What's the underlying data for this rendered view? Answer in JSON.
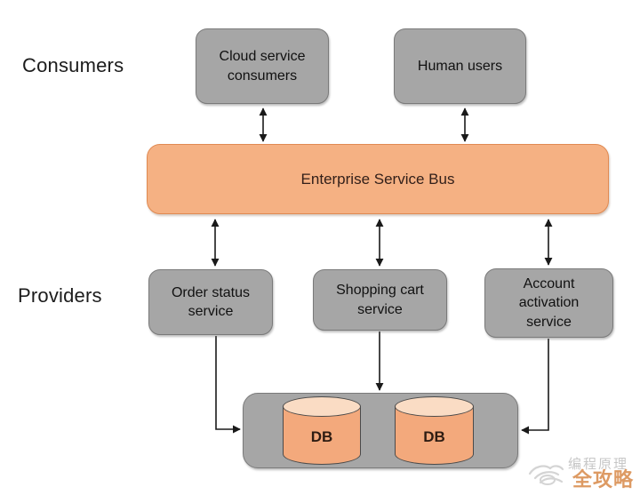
{
  "diagram": {
    "section_labels": {
      "consumers": "Consumers",
      "providers": "Providers"
    },
    "consumers": [
      {
        "label": "Cloud service\nconsumers"
      },
      {
        "label": "Human users"
      }
    ],
    "bus": {
      "label": "Enterprise Service Bus"
    },
    "providers": [
      {
        "label": "Order status\nservice"
      },
      {
        "label": "Shopping cart\nservice"
      },
      {
        "label": "Account\nactivation\nservice"
      }
    ],
    "databases": [
      {
        "label": "DB"
      },
      {
        "label": "DB"
      }
    ],
    "watermark": {
      "line1": "编程原理",
      "line2": "全攻略"
    },
    "colors": {
      "node_fill": "#a6a6a6",
      "node_border": "#7a7a7a",
      "bus_fill": "#f5b183",
      "bus_border": "#e08a52",
      "bus_text": "#33201a",
      "cylinder_fill": "#f3a97c",
      "cylinder_top_fill": "#fadcc4",
      "cylinder_border": "#4a4a4a",
      "arrow": "#1a1a1a",
      "text": "#1a1a1a",
      "watermark_gray": "#c7c7c7",
      "watermark_orange": "#dd9a63"
    }
  }
}
